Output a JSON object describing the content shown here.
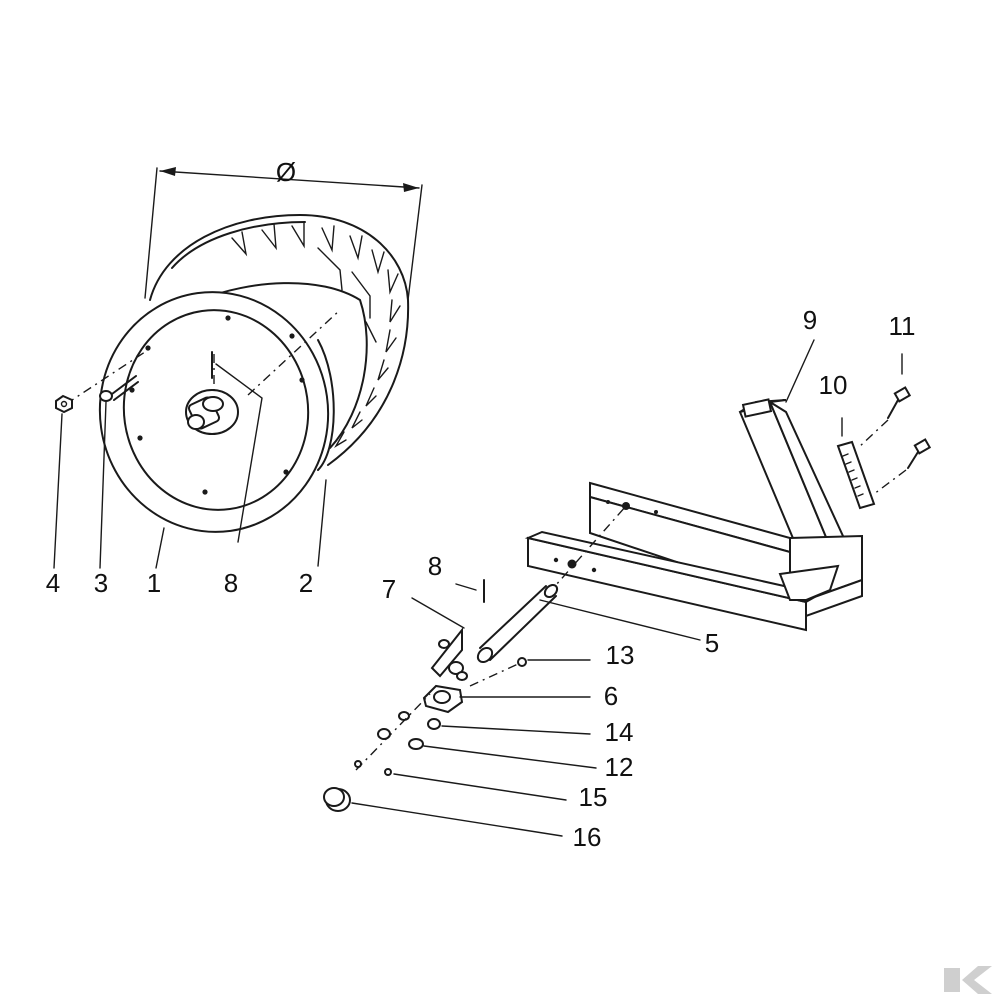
{
  "diameter_symbol": "Ø",
  "callouts": [
    {
      "id": "1",
      "text": "1"
    },
    {
      "id": "2",
      "text": "2"
    },
    {
      "id": "3",
      "text": "3"
    },
    {
      "id": "4",
      "text": "4"
    },
    {
      "id": "5",
      "text": "5"
    },
    {
      "id": "6",
      "text": "6"
    },
    {
      "id": "7",
      "text": "7"
    },
    {
      "id": "8a",
      "text": "8"
    },
    {
      "id": "8b",
      "text": "8"
    },
    {
      "id": "9",
      "text": "9"
    },
    {
      "id": "10",
      "text": "10"
    },
    {
      "id": "11",
      "text": "11"
    },
    {
      "id": "12",
      "text": "12"
    },
    {
      "id": "13",
      "text": "13"
    },
    {
      "id": "14",
      "text": "14"
    },
    {
      "id": "15",
      "text": "15"
    },
    {
      "id": "16",
      "text": "16"
    }
  ],
  "colors": {
    "line": "#1a1a1a",
    "background": "#ffffff",
    "watermark": "#cfcfcf"
  }
}
